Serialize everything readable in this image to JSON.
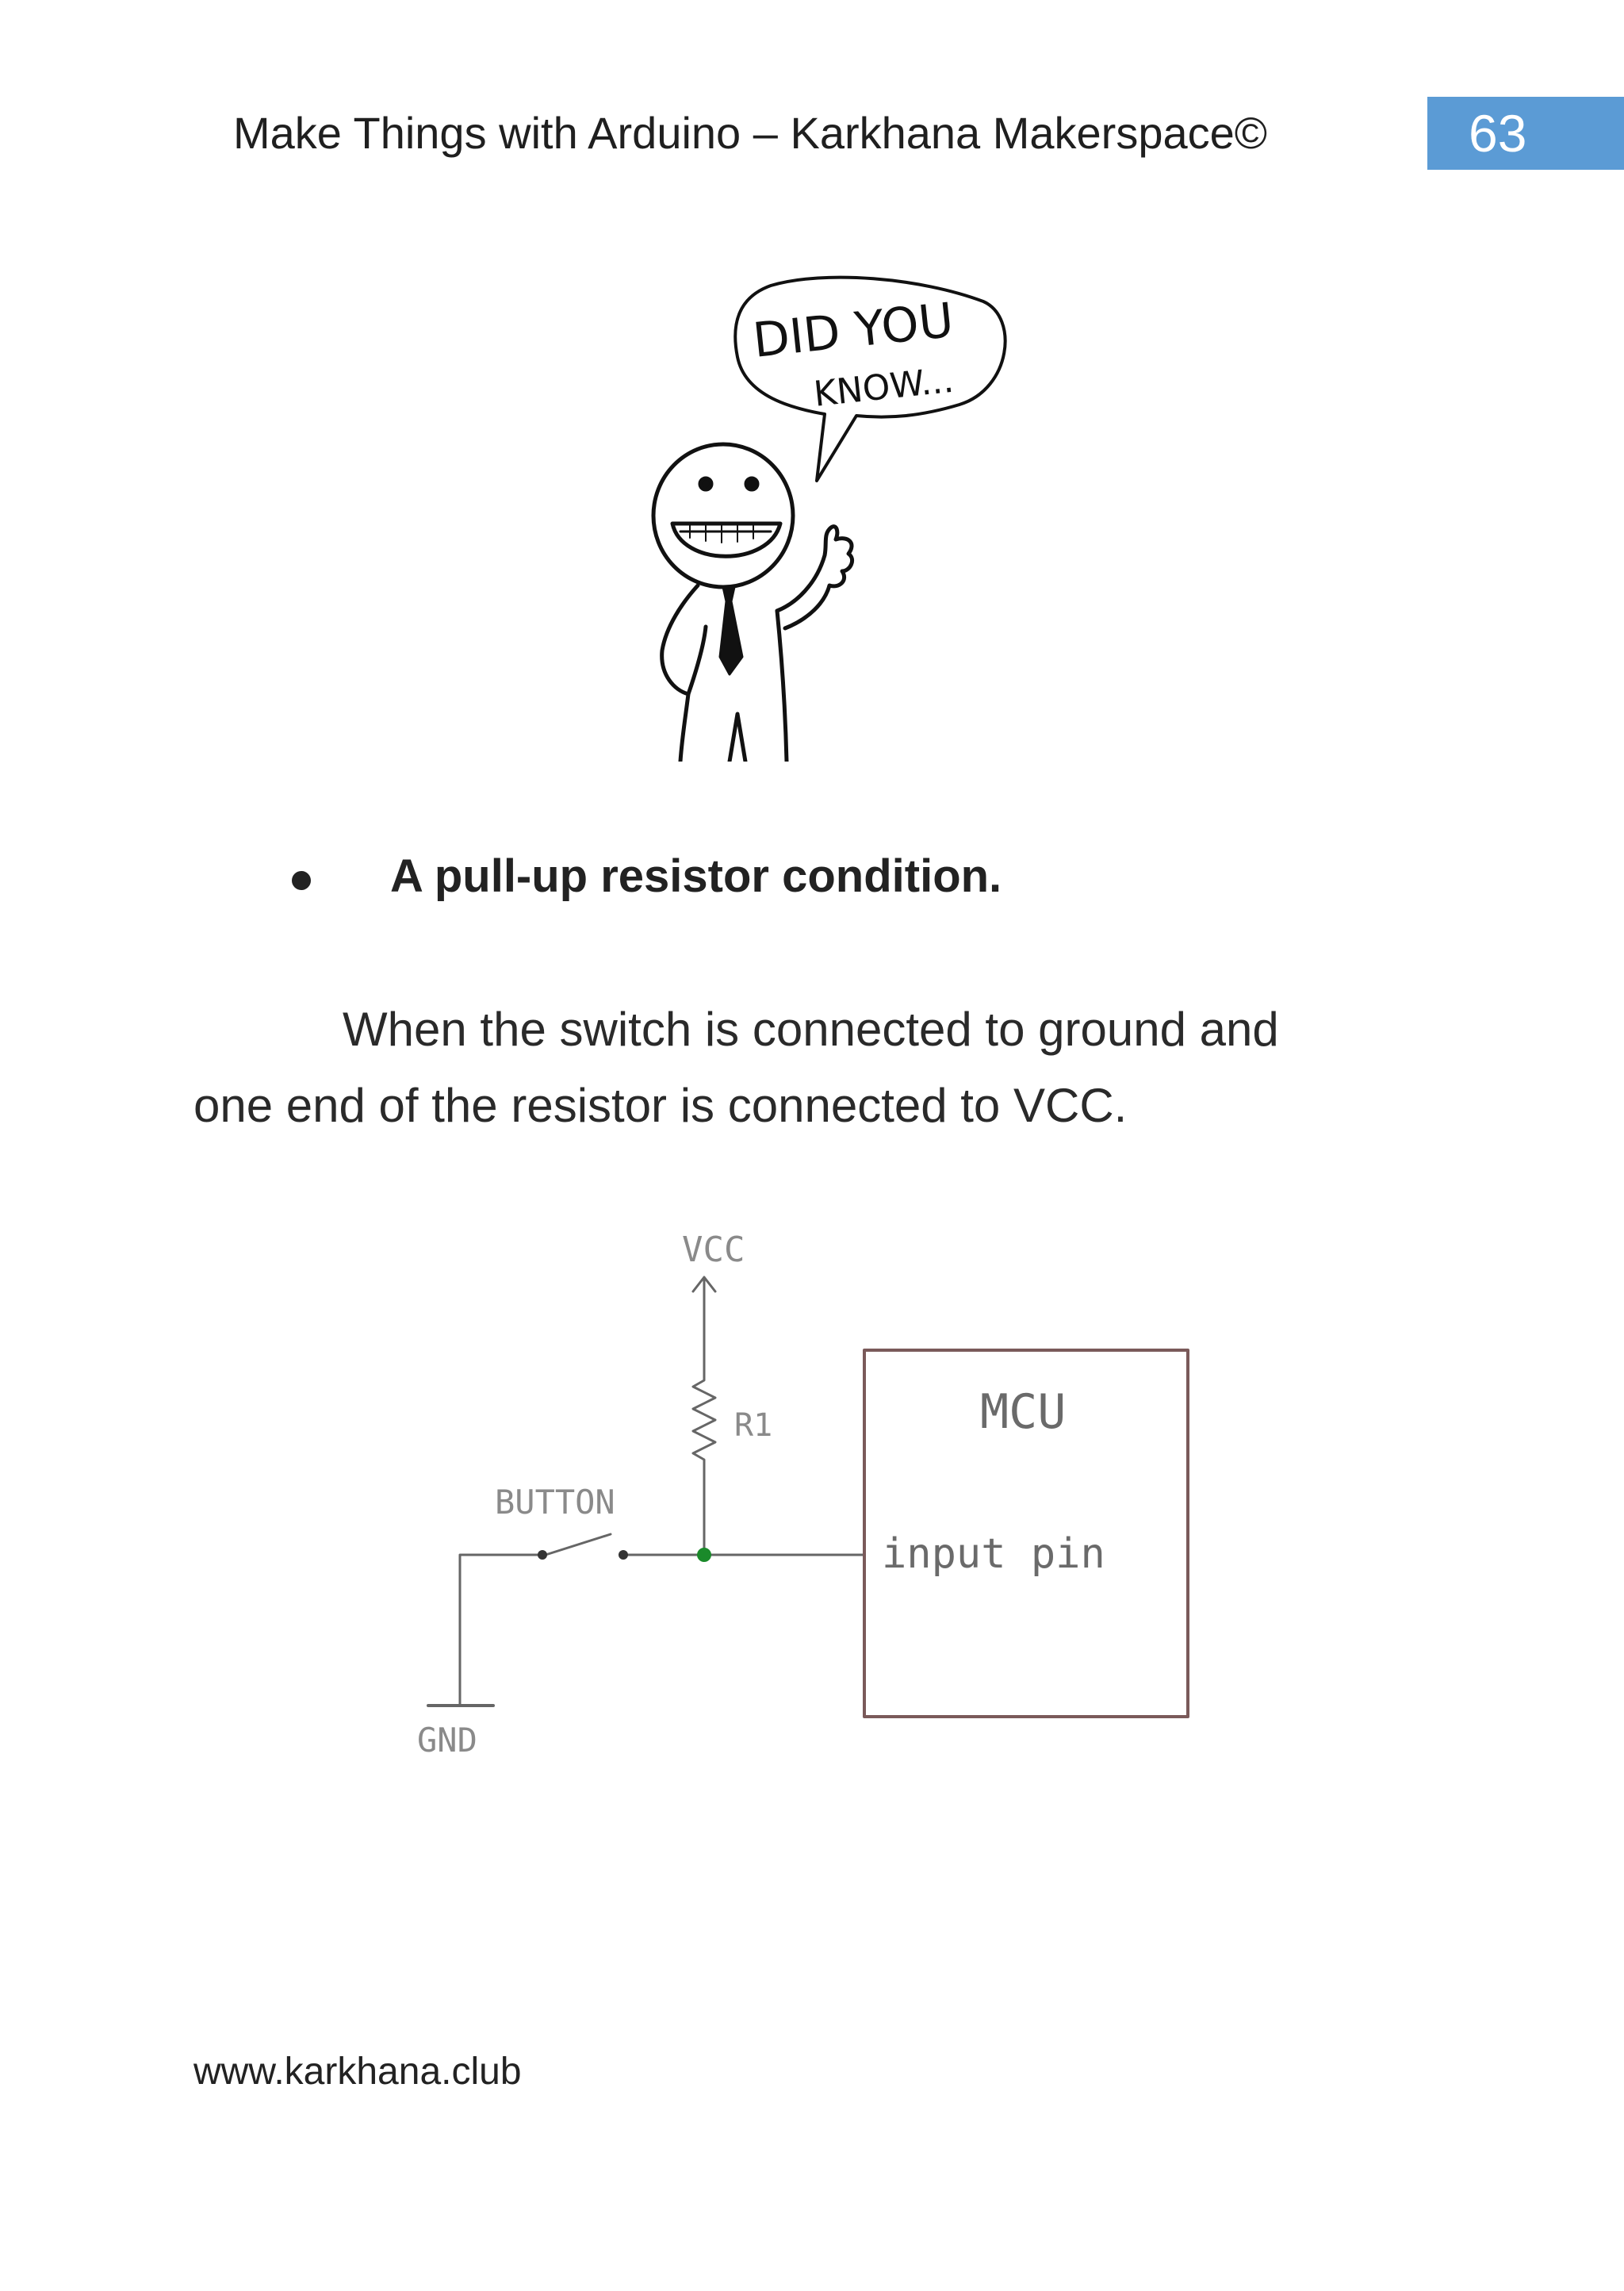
{
  "header": {
    "title": "Make Things with Arduino – Karkhana Makerspace©",
    "page_number": "63",
    "accent_color": "#5b9bd5"
  },
  "illustration": {
    "speech_line1": "DID YOU",
    "speech_line2": "KNOW..."
  },
  "section": {
    "bullet": "A pull-up resistor condition."
  },
  "paragraph": {
    "line1": "When the switch is connected to ground and",
    "line2": "one end of the resistor is connected to VCC."
  },
  "schematic": {
    "vcc_label": "VCC",
    "resistor_label": "R1",
    "button_label": "BUTTON",
    "mcu_label": "MCU",
    "pin_label": "input pin",
    "gnd_label": "GND",
    "junction_color": "#1a8a2a"
  },
  "footer": {
    "url": "www.karkhana.club"
  }
}
